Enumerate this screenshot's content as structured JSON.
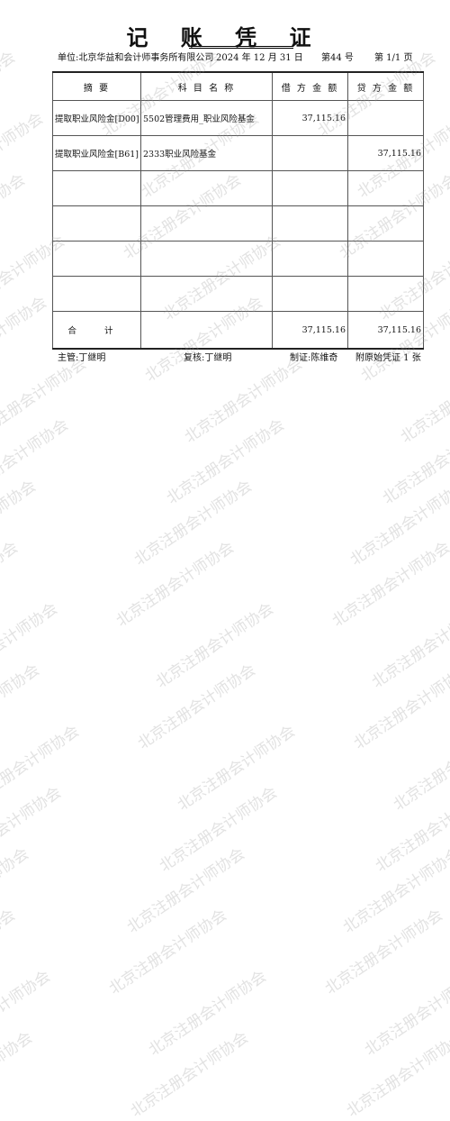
{
  "voucher": {
    "title": "记 账 凭 证",
    "unit_label": "单位:",
    "unit_name": "北京华益和会计师事务所有限公司",
    "date": "2024 年 12 月 31 日",
    "number_label": "第44 号",
    "page_label": "第 1/1 页"
  },
  "table": {
    "headers": [
      "摘 要",
      "科 目 名 称",
      "借 方 金 额",
      "贷 方 金 额"
    ],
    "rows": [
      {
        "summary": "提取职业风险金[D00]",
        "account": "5502管理费用_职业风险基金",
        "debit": "37,115.16",
        "credit": ""
      },
      {
        "summary": "提取职业风险金[B61]",
        "account": "2333职业风险基金",
        "debit": "",
        "credit": "37,115.16"
      },
      {
        "summary": "",
        "account": "",
        "debit": "",
        "credit": ""
      },
      {
        "summary": "",
        "account": "",
        "debit": "",
        "credit": ""
      },
      {
        "summary": "",
        "account": "",
        "debit": "",
        "credit": ""
      },
      {
        "summary": "",
        "account": "",
        "debit": "",
        "credit": ""
      }
    ],
    "total": {
      "label": "合 计",
      "debit": "37,115.16",
      "credit": "37,115.16"
    }
  },
  "footer": {
    "supervisor": "主管:丁继明",
    "reviewer": "复核:丁继明",
    "preparer": "制证:陈维奇",
    "attachments": "附原始凭证 1 张"
  },
  "watermark": {
    "text": "北京注册会计师协会"
  }
}
